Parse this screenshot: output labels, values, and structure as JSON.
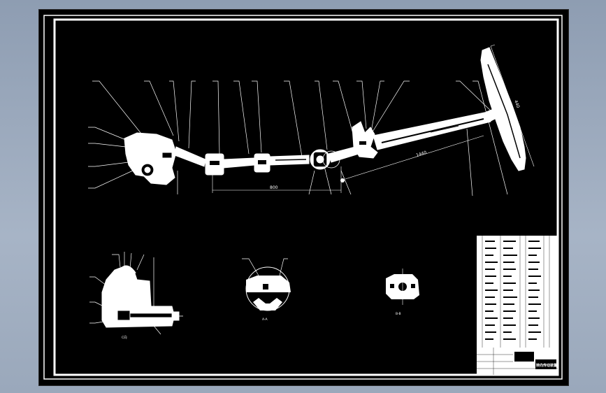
{
  "drawing": {
    "dimensions": {
      "mid_span": "800",
      "shaft_length": "1440",
      "wheel_height": "440"
    },
    "section_labels": {
      "main_view": "C向",
      "section_a": "A-A",
      "section_b": "B-B"
    },
    "title_block": {
      "title": "转向传动装置"
    }
  }
}
